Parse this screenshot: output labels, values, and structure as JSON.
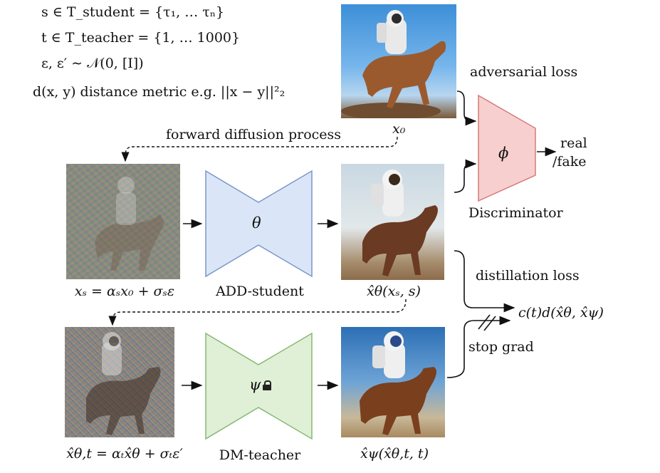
{
  "definitions": {
    "line1": "s ∈ T_student = {τ₁, … τₙ}",
    "line2": "t ∈ T_teacher = {1, … 1000}",
    "line3": "ε, ε′ ∼ 𝒩(0, [I])",
    "line4": "d(x, y) distance metric e.g. ||x − y||²₂"
  },
  "labels": {
    "x0": "x₀",
    "forward_diffusion": "forward diffusion process",
    "adversarial_loss": "adversarial loss",
    "discriminator_symbol": "ϕ",
    "real": "real",
    "fake": "/fake",
    "discriminator": "Discriminator",
    "distillation_loss": "distillation loss",
    "loss_formula": "c(t)d(x̂θ, x̂ψ)",
    "stop_grad": "stop grad",
    "student_symbol": "θ",
    "student_name": "ADD-student",
    "teacher_symbol": "ψ",
    "teacher_name": "DM-teacher",
    "xs_formula": "xₛ = αₛx₀ + σₛε",
    "student_output": "x̂θ(xₛ, s)",
    "noisy_teacher_input": "x̂θ,t = αₜx̂θ + σₜε′",
    "teacher_output": "x̂ψ(x̂θ,t, t)"
  },
  "colors": {
    "student_fill": "#dae6f7",
    "student_stroke": "#7b97c9",
    "teacher_fill": "#dff0d6",
    "teacher_stroke": "#86b871",
    "disc_fill": "#f7cfcf",
    "disc_stroke": "#d57a7a"
  }
}
